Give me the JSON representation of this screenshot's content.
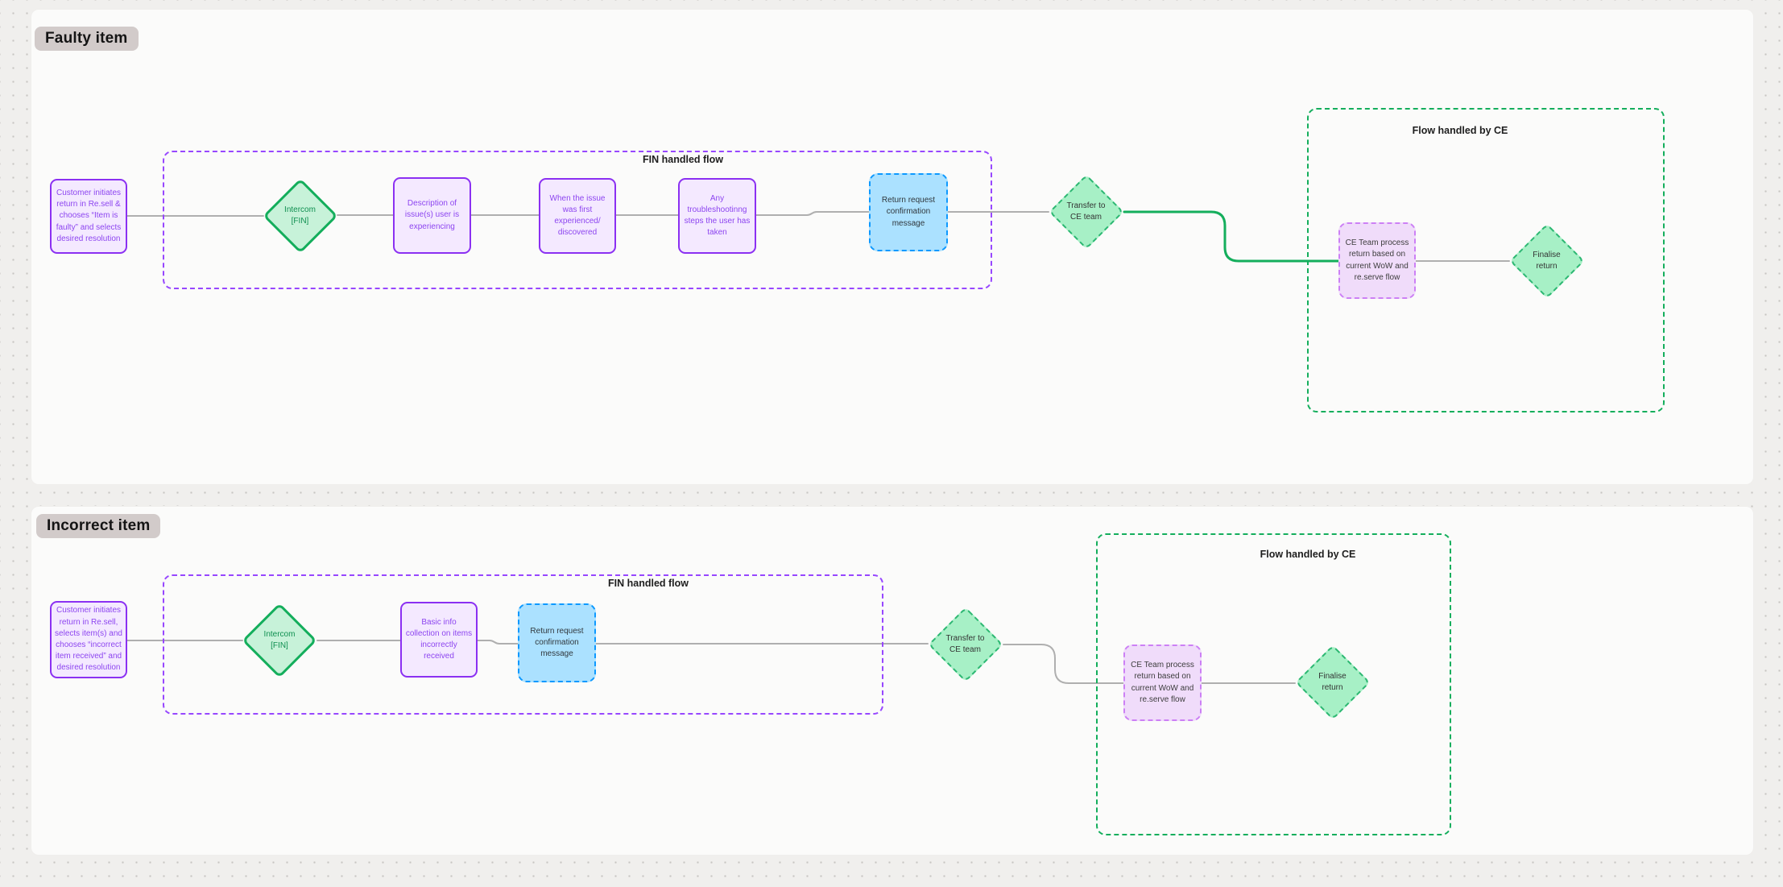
{
  "canvas": {
    "background": "#F0EFED",
    "dot_color": "#C7C5C2",
    "panel_color": "#FBFBFA",
    "purple_border": "#8B30F2",
    "purple_fill": "#F4E9FF",
    "purple_container": "#9747FF",
    "green_border": "#14AE5C",
    "green_fill": "#C7F2D9",
    "mint_dashed_fill": "#A7F0C6",
    "blue_border": "#0D99FF",
    "blue_fill": "#ABE1FF",
    "ce_box_border": "#CC80F5",
    "ce_box_fill": "#F0DCFA",
    "connector_gray": "#AFAFAF",
    "connector_green": "#14AE5C",
    "chip_fill": "#D2CBCA"
  },
  "flow1": {
    "section_label": "Faulty item",
    "fin_title": "FIN handled flow",
    "ce_title": "Flow handled by CE",
    "nodes": {
      "start": "Customer initiates return in Re.sell & chooses “Item is faulty” and selects desired resolution",
      "intercom": "Intercom [FIN]",
      "step1": "Description of issue(s) user is experiencing",
      "step2": "When the issue was first experienced/ discovered",
      "step3": "Any troubleshootinng steps the user has taken",
      "confirmation": "Return request confirmation message",
      "transfer": "Transfer to CE team",
      "ce_process": "CE Team process return based on current WoW and re.serve flow",
      "finalise": "Finalise return"
    }
  },
  "flow2": {
    "section_label": "Incorrect item",
    "fin_title": "FIN handled flow",
    "ce_title": "Flow handled by CE",
    "nodes": {
      "start": "Customer initiates return in Re.sell, selects item(s) and chooses “incorrect item received” and desired resolution",
      "intercom": "Intercom [FIN]",
      "step1": "Basic info collection on items incorrectly received",
      "confirmation": "Return request confirmation message",
      "transfer": "Transfer to CE team",
      "ce_process": "CE Team process return based on current WoW and re.serve flow",
      "finalise": "Finalise return"
    }
  }
}
